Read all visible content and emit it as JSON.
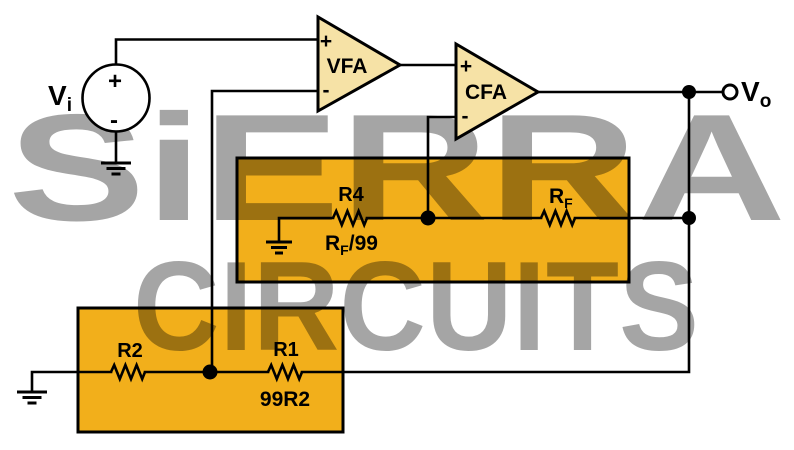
{
  "circuit": {
    "description": "Composite amplifier schematic with VFA and CFA stages",
    "watermark": {
      "line1": "SiERRA",
      "line2": "CIRCUITS"
    },
    "input_source": {
      "name": "V",
      "sub": "i",
      "plus": "+",
      "minus": "-"
    },
    "vfa": {
      "name": "VFA",
      "plus": "+",
      "minus": "-"
    },
    "cfa": {
      "name": "CFA",
      "plus": "+",
      "minus": "-"
    },
    "output": {
      "name": "V",
      "sub": "o"
    },
    "r4": {
      "name": "R4",
      "value_base": "R",
      "value_sub": "F",
      "value_suffix": "/99"
    },
    "rf": {
      "name_base": "R",
      "name_sub": "F"
    },
    "r2": {
      "name": "R2"
    },
    "r1": {
      "name": "R1",
      "value": "99R2"
    },
    "colors": {
      "box_fill": "#F2AF1B",
      "amp_fill": "#F6E2A6",
      "line": "#000000",
      "watermark": "#C3C3C3"
    }
  }
}
